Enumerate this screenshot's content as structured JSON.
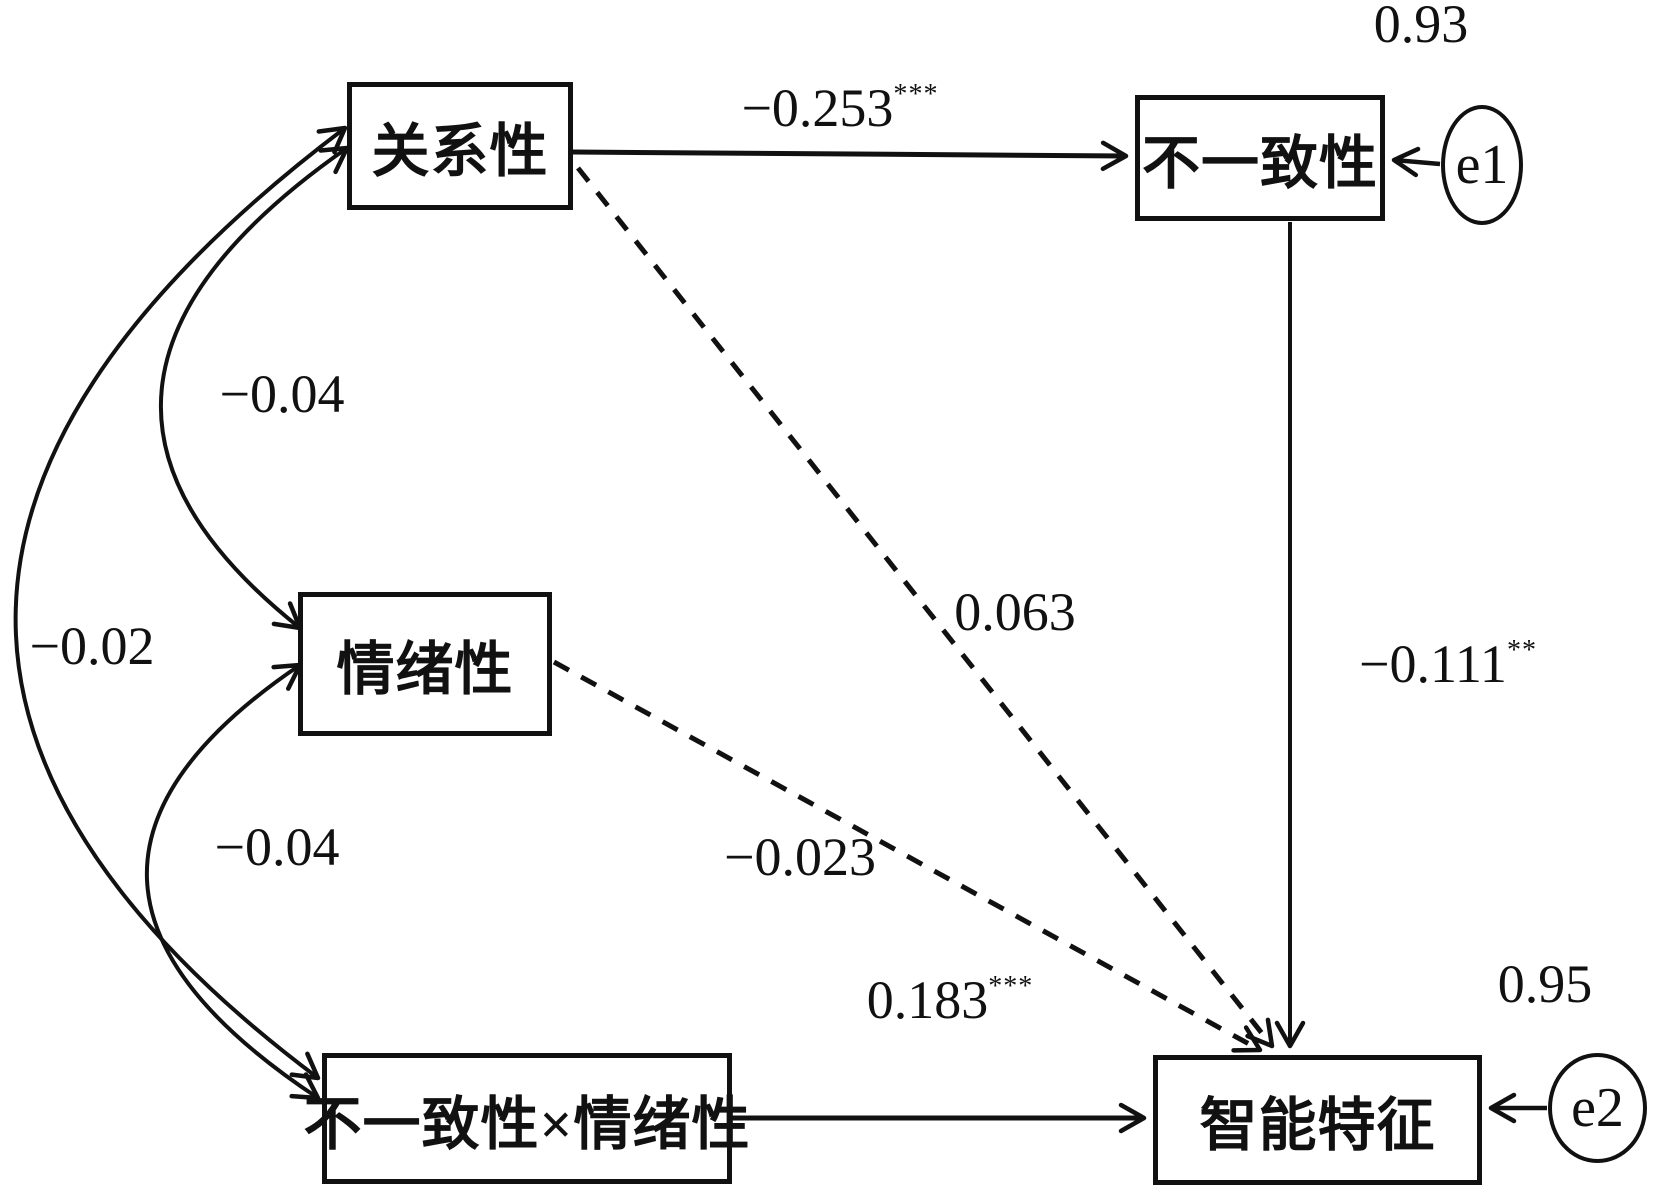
{
  "figure": {
    "kind": "SEM path diagram",
    "background_color": "#ffffff",
    "line_color": "#111111"
  },
  "nodes": {
    "relational": {
      "label": "关系性"
    },
    "inconsistency": {
      "label": "不一致性"
    },
    "emotional": {
      "label": "情绪性"
    },
    "interaction": {
      "label": "不一致性×情绪性"
    },
    "intelligent": {
      "label": "智能特征"
    }
  },
  "errors": {
    "e1": {
      "label": "e1",
      "variance": "0.93"
    },
    "e2": {
      "label": "e2",
      "variance": "0.95"
    }
  },
  "paths": {
    "relational_to_inconsistency": {
      "coef": "−0.253",
      "stars": "***"
    },
    "inconsistency_to_intelligent": {
      "coef": "−0.111",
      "stars": "**"
    },
    "interaction_to_intelligent": {
      "coef": "0.183",
      "stars": "***"
    },
    "relational_to_intelligent": {
      "coef": "0.063",
      "stars": ""
    },
    "emotional_to_intelligent": {
      "coef": "−0.023",
      "stars": ""
    },
    "cov_relational_emotional": {
      "coef": "−0.04",
      "stars": ""
    },
    "cov_relational_interaction": {
      "coef": "−0.02",
      "stars": ""
    },
    "cov_emotional_interaction": {
      "coef": "−0.04",
      "stars": ""
    }
  }
}
